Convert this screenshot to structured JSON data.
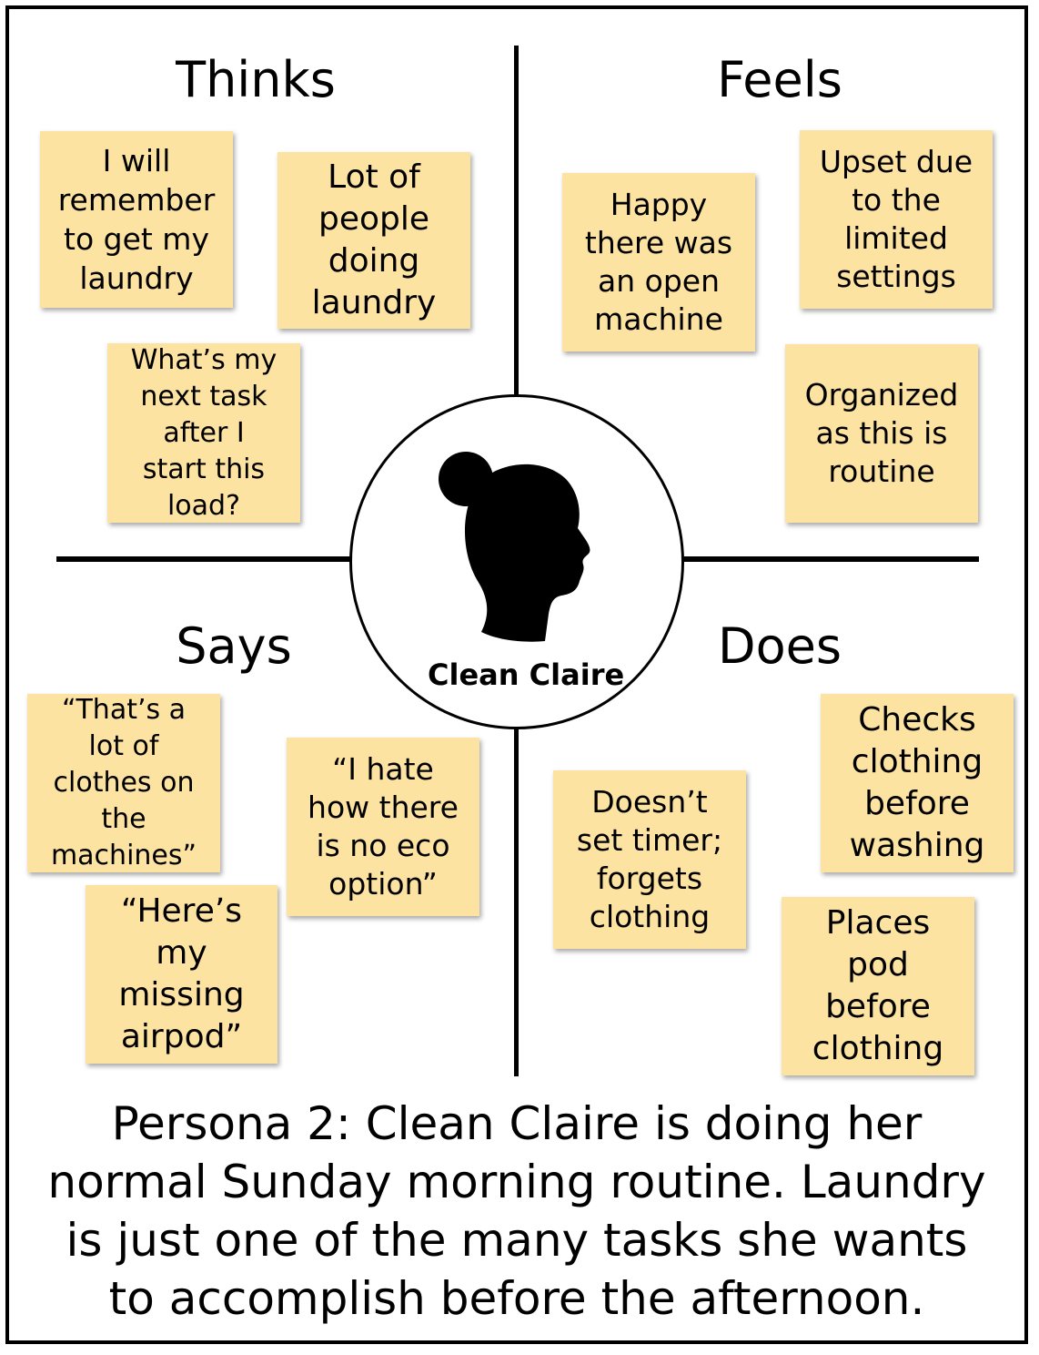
{
  "quadrants": {
    "thinks": {
      "title": "Thinks",
      "notes": [
        "I will\nremember\nto get my\nlaundry",
        "Lot of\npeople\ndoing\nlaundry",
        "What’s my\nnext task\nafter I\nstart this\nload?"
      ]
    },
    "feels": {
      "title": "Feels",
      "notes": [
        "Happy\nthere was\nan open\nmachine",
        "Upset due\nto the\nlimited\nsettings",
        "Organized\nas this is\nroutine"
      ]
    },
    "says": {
      "title": "Says",
      "notes": [
        "“That’s a\nlot of\nclothes on\nthe\nmachines”",
        "“I hate\nhow there\nis no eco\noption”",
        "“Here’s\nmy\nmissing\nairpod”"
      ]
    },
    "does": {
      "title": "Does",
      "notes": [
        "Doesn’t\nset timer;\nforgets\nclothing",
        "Checks\nclothing\nbefore\nwashing",
        "Places\npod\nbefore\nclothing"
      ]
    }
  },
  "persona": {
    "name": "Clean Claire",
    "avatar_icon": "woman-silhouette-icon"
  },
  "caption": "Persona 2: Clean Claire is doing her\nnormal Sunday morning routine. Laundry\nis just one of the many tasks she wants\nto accomplish before the afternoon.",
  "colors": {
    "sticky_note": "#fde3a2",
    "lines": "#000000",
    "background": "#ffffff"
  }
}
